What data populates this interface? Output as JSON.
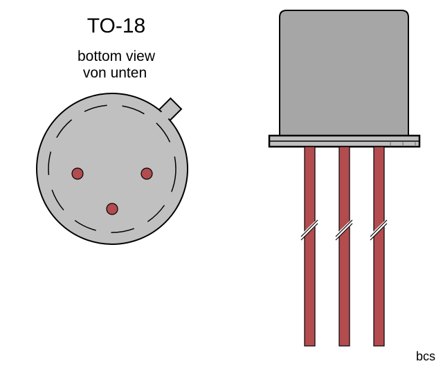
{
  "title": "TO-18",
  "subtitle_line1": "bottom view",
  "subtitle_line2": "von unten",
  "credit": "bcs",
  "colors": {
    "case": "#c0c0c0",
    "can_top": "#a6a6a6",
    "lead": "#b24c4f",
    "outline": "#000000"
  }
}
